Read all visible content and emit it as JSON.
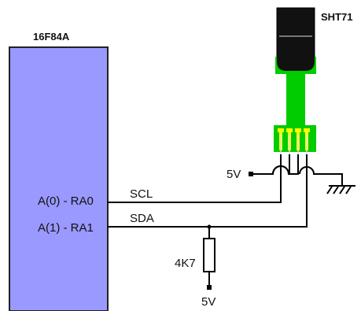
{
  "mcu": {
    "name": "16F84A",
    "pins": [
      "A(0) - RA0",
      "A(1) - RA1"
    ]
  },
  "sensor": {
    "name": "SHT71"
  },
  "signals": {
    "scl": "SCL",
    "sda": "SDA"
  },
  "resistor": {
    "value": "4K7"
  },
  "supply": {
    "top": "5V",
    "bottom": "5V"
  },
  "colors": {
    "mcu_fill": "#9999ff",
    "pcb_green": "#00cc00",
    "pad_yellow": "#ffff00",
    "wire": "#000000"
  }
}
